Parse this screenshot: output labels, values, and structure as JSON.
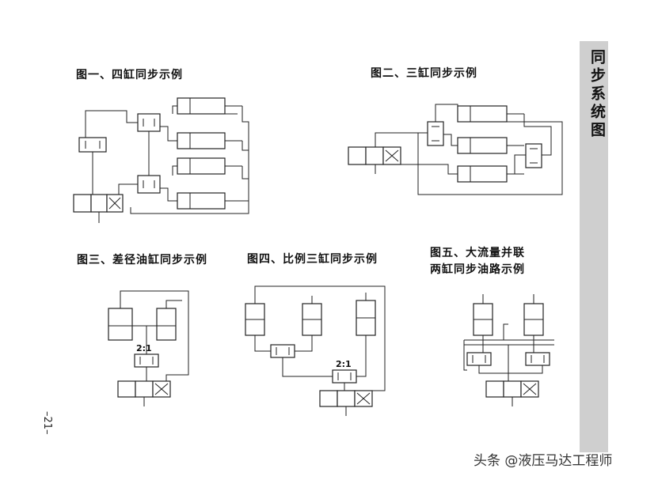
{
  "side_title": "同步系统图",
  "page_number": "–21–",
  "watermark": "头条 @液压马达工程师",
  "figures": {
    "fig1": {
      "title": "图一、四缸同步示例"
    },
    "fig2": {
      "title": "图二、三缸同步示例"
    },
    "fig3": {
      "title": "图三、差径油缸同步示例",
      "ratio": "2:1"
    },
    "fig4": {
      "title": "图四、比例三缸同步示例",
      "ratio": "2:1"
    },
    "fig5": {
      "title_line1": "图五、大流量并联",
      "title_line2": "两缸同步油路示例"
    }
  }
}
